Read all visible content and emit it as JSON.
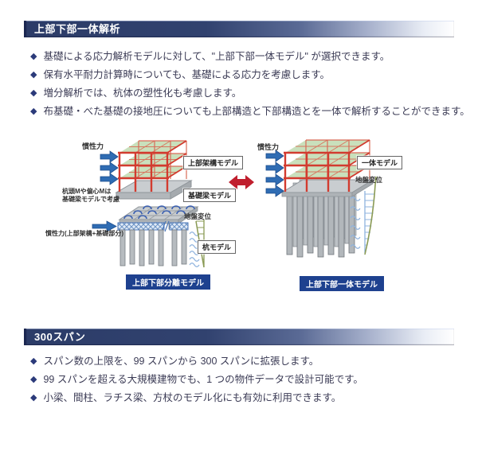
{
  "marker": "◆",
  "sections": [
    {
      "title": "上部下部一体解析",
      "bullets": [
        "基礎による応力解析モデルに対して、\"上部下部一体モデル\" が選択できます。",
        "保有水平耐力計算時についても、基礎による応力を考慮します。",
        "増分解析では、杭体の塑性化も考慮します。",
        "布基礎・べた基礎の接地圧についても上部構造と下部構造とを一体で解析することができます。"
      ]
    },
    {
      "title": "300スパン",
      "bullets": [
        "スパン数の上限を、99 スパンから 300 スパンに拡張します。",
        "99 スパンを超える大規模建物でも、1 つの物件データで設計可能です。",
        "小梁、間柱、ラチス梁、方杖のモデル化にも有効に利用できます。"
      ]
    }
  ],
  "diagram": {
    "left": {
      "inertia": "慣性力",
      "upper_frame_model": "上部架構モデル",
      "pile_head_note_line1": "杭頭Mや偏心Mは",
      "pile_head_note_line2": "基礎梁モデルで考慮",
      "foundation_beam_model": "基礎梁モデル",
      "ground_disp": "地盤変位",
      "inertia_detail": "慣性力(上部架構+基礎部分)",
      "pile_model": "杭モデル",
      "caption": "上部下部分離モデル"
    },
    "right": {
      "inertia": "慣性力",
      "integrated_model": "一体モデル",
      "ground_disp": "地盤変位",
      "caption": "上部下部一体モデル"
    }
  },
  "colors": {
    "header_navy": "#2e3e6c",
    "caption_blue": "#1e418f",
    "frame_red": "#d23b2f",
    "slab_green": "#c9e0bc",
    "arrow_blue": "#2f6cb3",
    "arrow_red": "#c01f2e",
    "profile_green": "#8a9a54",
    "spring_blue": "#8fb3de",
    "body_text": "#3b3b55"
  }
}
